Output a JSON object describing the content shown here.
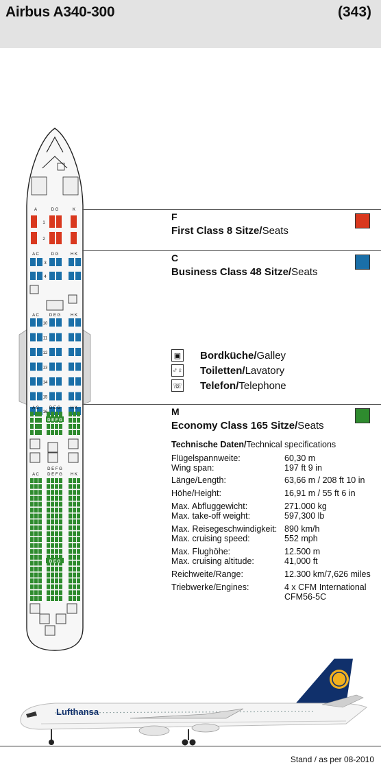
{
  "header": {
    "title": "Airbus A340-300",
    "code": "(343)"
  },
  "colors": {
    "first": "#d9381e",
    "business": "#1a6fa8",
    "economy": "#2e8b2e",
    "header_bg": "#e3e3e3"
  },
  "classes": [
    {
      "letter": "F",
      "name_bold": "First Class 8 Sitze/",
      "name_rest": "Seats",
      "color": "#d9381e"
    },
    {
      "letter": "C",
      "name_bold": "Business Class 48 Sitze/",
      "name_rest": "Seats",
      "color": "#1a6fa8"
    },
    {
      "letter": "M",
      "name_bold": "Economy Class 165 Sitze/",
      "name_rest": "Seats",
      "color": "#2e8b2e"
    }
  ],
  "legend": [
    {
      "icon": "galley-icon",
      "glyph": "▣",
      "bold": "Bordküche/",
      "rest": "Galley"
    },
    {
      "icon": "lavatory-icon",
      "glyph": "🚻",
      "bold": "Toiletten/",
      "rest": "Lavatory"
    },
    {
      "icon": "telephone-icon",
      "glyph": "☏",
      "bold": "Telefon/",
      "rest": "Telephone"
    }
  ],
  "specs_title_bold": "Technische Daten/",
  "specs_title_rest": "Technical specifications",
  "specs": [
    {
      "label": "Flügelspannweite:",
      "value": "60,30 m"
    },
    {
      "label": "Wing span:",
      "value": "197 ft 9 in"
    },
    {
      "label": "Länge/Length:",
      "value": "63,66 m / 208 ft 10 in"
    },
    {
      "label": "Höhe/Height:",
      "value": "16,91 m / 55 ft 6 in"
    },
    {
      "label": "Max. Abfluggewicht:",
      "value": "271.000 kg"
    },
    {
      "label": "Max. take-off weight:",
      "value": "597,300 lb"
    },
    {
      "label": "Max. Reisegeschwindigkeit:",
      "value": "890 km/h"
    },
    {
      "label": "Max. cruising speed:",
      "value": "552 mph"
    },
    {
      "label": "Max. Flughöhe:",
      "value": "12.500 m"
    },
    {
      "label": "Max. cruising altitude:",
      "value": "41,000 ft"
    },
    {
      "label": "Reichweite/Range:",
      "value": "12.300 km/7,626 miles"
    },
    {
      "label": "Triebwerke/Engines:",
      "value": "4 x CFM International"
    },
    {
      "label": "",
      "value": "CFM56-5C"
    }
  ],
  "seatmap": {
    "first_header": [
      "A",
      "D G",
      "K"
    ],
    "first_rows": [
      "1",
      "2"
    ],
    "business_header_1": [
      "A C",
      "D G",
      "H K"
    ],
    "business_rows_1": [
      "3",
      "4"
    ],
    "business_header_2": [
      "A C",
      "D E G",
      "H K"
    ],
    "business_rows_2": [
      "10",
      "11",
      "12",
      "13",
      "14",
      "15",
      "16"
    ],
    "economy_header_1": [
      "A C",
      "D E G",
      "H K"
    ],
    "economy_mid_label": "D E F G",
    "economy_header_2": [
      "A C",
      "D E F G",
      "H K"
    ],
    "economy_deg_label": "D E G"
  },
  "aircraft": {
    "brand": "Lufthansa"
  },
  "stand": "Stand / as per 08-2010"
}
